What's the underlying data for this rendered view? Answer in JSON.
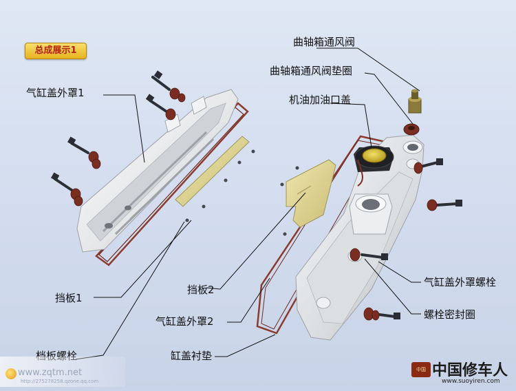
{
  "badge": "总成展示1",
  "labels": {
    "crank_valve": "曲轴箱通风阀",
    "crank_valve_gasket": "曲轴箱通风阀垫圈",
    "oil_cap": "机油加油口盖",
    "cover1": "气缸盖外罩1",
    "baffle1": "挡板1",
    "baffle2": "挡板2",
    "cover2": "气缸盖外罩2",
    "cover_bolt": "气缸盖外罩螺栓",
    "bolt_seal": "螺栓密封圈",
    "baffle_bolt": "档板螺栓",
    "head_gasket": "缸盖衬垫"
  },
  "watermarks": {
    "site1": "www.zqtm.net",
    "site1_sub": "http://275278258.qzone.qq.com",
    "seal": "中国",
    "site2_title": "中国修车人",
    "site2_url": "www.suoyiren.com"
  },
  "colors": {
    "badge_text": "#b3230f",
    "badge_bg": "#f0c73e",
    "gasket": "#8b3a2e",
    "metal": "#e6e8ea",
    "bolt": "#3a3d44",
    "washer": "#7a2e22",
    "baffle": "#d9cf8c",
    "leader": "#111111"
  }
}
